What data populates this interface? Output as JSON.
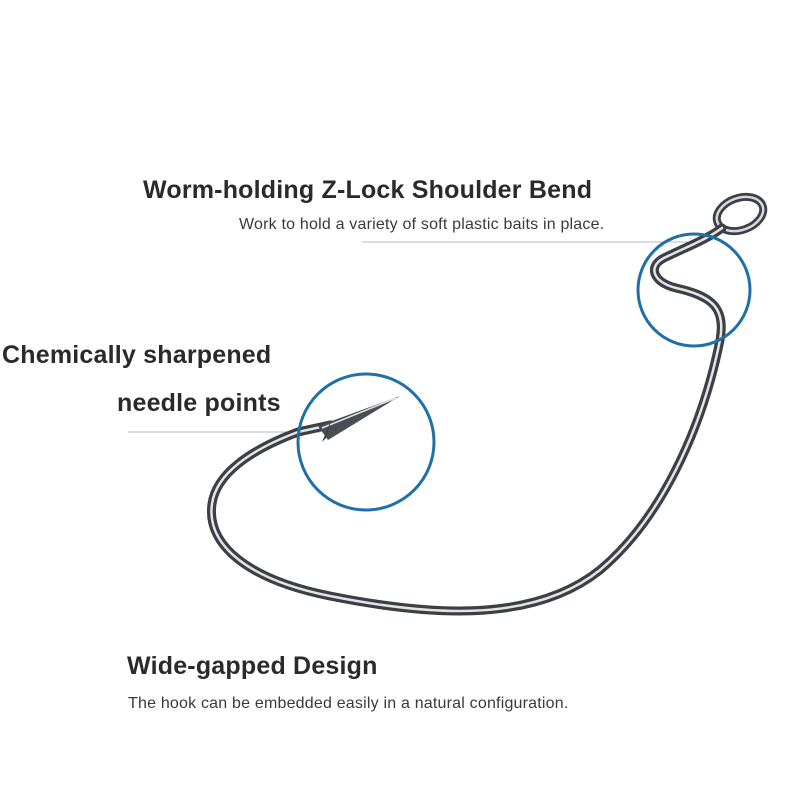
{
  "annotations": {
    "zlock": {
      "title": "Worm-holding Z-Lock Shoulder Bend",
      "description": "Work to hold a variety of soft plastic baits in place."
    },
    "point": {
      "line1": "Chemically sharpened",
      "line2": "needle points"
    },
    "gap": {
      "title": "Wide-gapped Design",
      "description": "The hook can be embedded easily in a natural configuration."
    }
  },
  "colors": {
    "background": "#ffffff",
    "callout_circle": "#1f6fa8",
    "leader_line": "#b8b8b8",
    "hook_metal_dark": "#3c3f44",
    "hook_metal_light": "#d6d9dd",
    "heading_text": "#2a2a2a",
    "body_text": "#3a3a3a"
  }
}
